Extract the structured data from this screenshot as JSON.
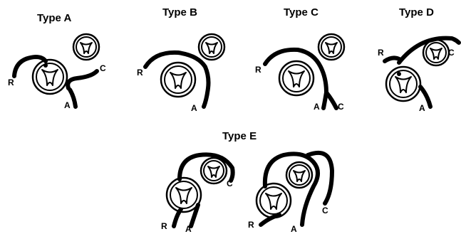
{
  "types": [
    {
      "title": "Type A",
      "labels": {
        "r": "R",
        "a": "A",
        "c": "C"
      }
    },
    {
      "title": "Type B",
      "labels": {
        "r": "R",
        "a": "A"
      }
    },
    {
      "title": "Type C",
      "labels": {
        "r": "R",
        "a": "A",
        "c": "C"
      }
    },
    {
      "title": "Type D",
      "labels": {
        "r": "R",
        "a": "A",
        "c": "C"
      }
    },
    {
      "title": "Type E",
      "labels": {
        "r": "R",
        "a": "A",
        "c": "C"
      }
    }
  ],
  "type_e_variant2_labels": {
    "r": "R",
    "a": "A",
    "c": "C"
  },
  "colors": {
    "ink": "#000000",
    "background": "#ffffff"
  }
}
